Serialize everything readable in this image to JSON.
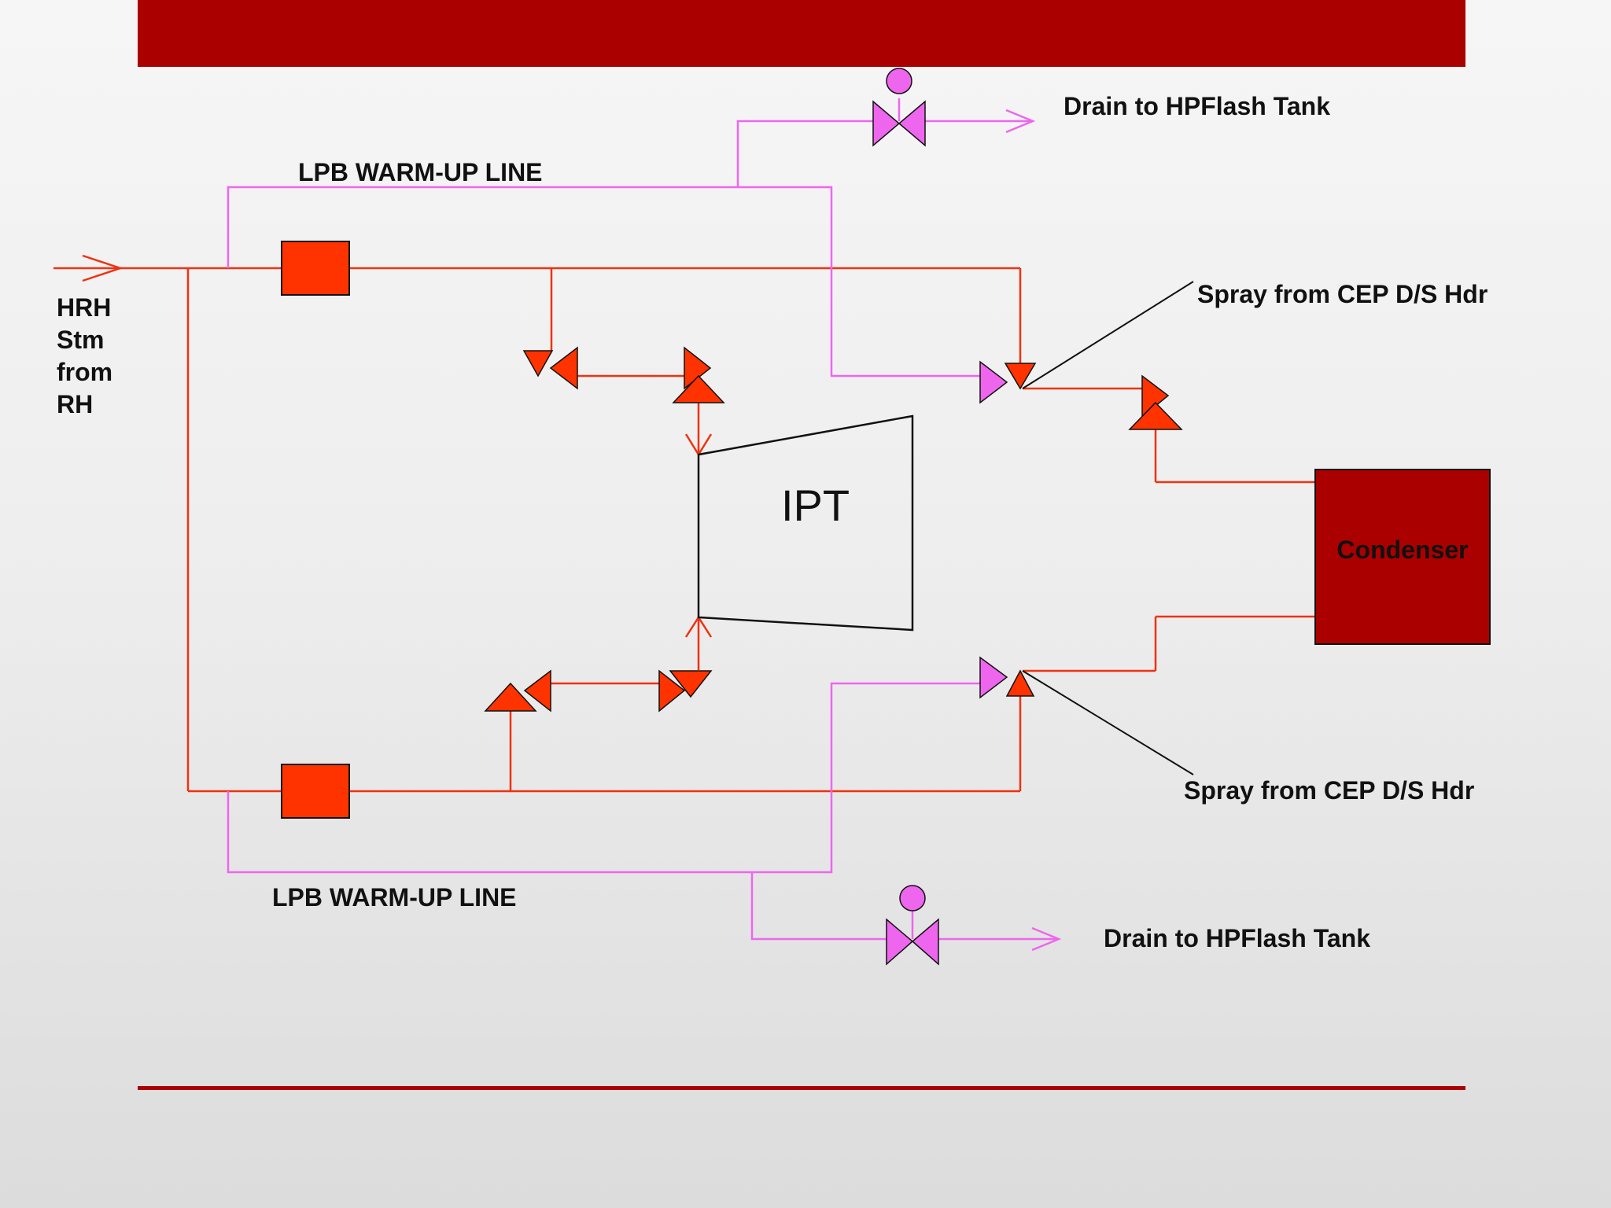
{
  "colors": {
    "banner": "#aa0000",
    "steam_line": "#ee3311",
    "warmup_line": "#ee66ee",
    "condenser": "#aa0000",
    "block": "#ff3300",
    "outline": "#111111"
  },
  "labels": {
    "hrh": [
      "HRH",
      "Stm",
      "from",
      "RH"
    ],
    "lpb_top": "LPB WARM-UP LINE",
    "lpb_bottom": "LPB WARM-UP LINE",
    "drain_top": "Drain to HPFlash Tank",
    "drain_bottom": "Drain to HPFlash Tank",
    "spray_top": "Spray from CEP D/S Hdr",
    "spray_bottom": "Spray from CEP D/S Hdr",
    "turbine": "IPT",
    "condenser": "Condenser"
  },
  "icons": {
    "control_valve": "valve-bowtie-icon",
    "actuator": "actuator-circle-icon",
    "flow_arrow": "arrow-right-icon"
  }
}
